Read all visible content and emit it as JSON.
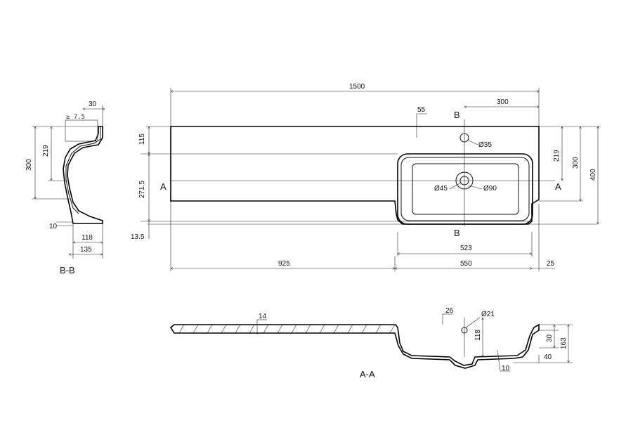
{
  "top_view": {
    "overall_width": "1500",
    "tap_offset": "300",
    "tap_small": "55",
    "tap_hole": "Ø35",
    "waste_hole_inner": "Ø45",
    "waste_hole_outer": "Ø90",
    "depth_115": "115",
    "depth_271": "271.5",
    "depth_13": "13.5",
    "right_219": "219",
    "right_300": "300",
    "right_400": "400",
    "bowl_width": "523",
    "left_part": "925",
    "bowl_part": "550",
    "right_edge": "25",
    "section_a": "A",
    "section_b": "B"
  },
  "section_bb": {
    "title": "B-B",
    "top_30": "30",
    "slope": "≥ 7.5",
    "height_300": "300",
    "height_219": "219",
    "base_10": "10",
    "w_118": "118",
    "w_135": "135"
  },
  "section_aa": {
    "title": "A-A",
    "thickness": "14",
    "tap_26": "26",
    "hole_21": "Ø21",
    "depth_118": "118",
    "dim_30": "30",
    "dim_163": "163",
    "dim_40": "40",
    "dim_10": "10"
  }
}
